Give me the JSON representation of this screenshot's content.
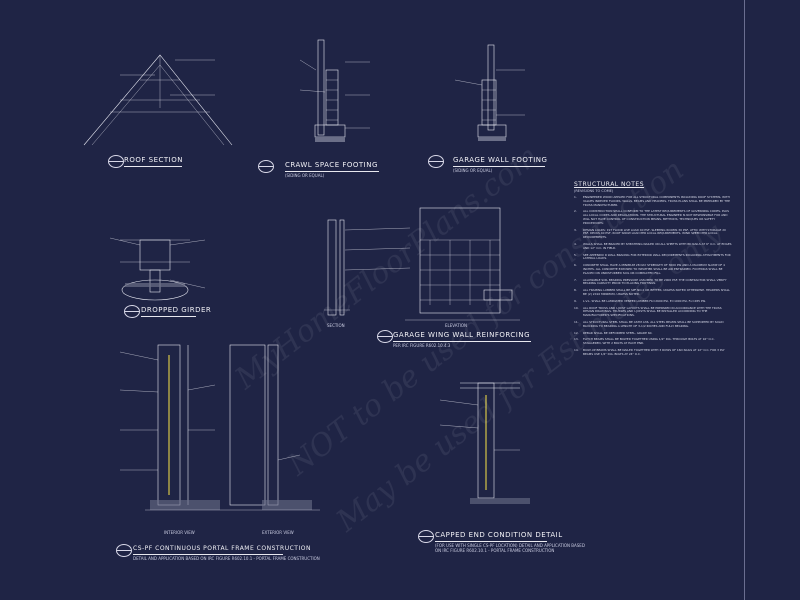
{
  "drawings": [
    {
      "id": "roof-section",
      "title": "ROOF SECTION",
      "scale": ""
    },
    {
      "id": "crawl-space-footing",
      "title": "CRAWL SPACE FOOTING",
      "scale": "(SIDING OR EQUAL)"
    },
    {
      "id": "garage-wall-footing",
      "title": "GARAGE WALL FOOTING",
      "scale": "(SIDING OR EQUAL)"
    },
    {
      "id": "dropped-girder",
      "title": "DROPPED GIRDER",
      "scale": ""
    },
    {
      "id": "garage-wing-wall",
      "title": "GARAGE WING WALL REINFORCING",
      "scale": "PER IRC FIGURE R602.10.4.3"
    },
    {
      "id": "cs-pf",
      "title": "CS-PF CONTINUOUS PORTAL FRAME CONSTRUCTION",
      "scale": "DETAIL AND APPLICATION BASED ON IRC FIGURE R602.10.1 - PORTAL FRAME CONSTRUCTION"
    },
    {
      "id": "capped-end",
      "title": "CAPPED END CONDITION DETAIL",
      "scale": "(FOR USE WITH SINGLE CS-PF LOCATION) DETAIL AND APPLICATION BASED ON IRC FIGURE R602.10.1 - PORTAL FRAME CONSTRUCTION"
    }
  ],
  "sub_labels": {
    "section": "SECTION",
    "elevation": "ELEVATION",
    "interior_view": "INTERIOR VIEW",
    "exterior_view": "EXTERIOR VIEW"
  },
  "notes": {
    "heading": "STRUCTURAL NOTES",
    "subheading": "(REVISIONS TO COME)",
    "items": [
      {
        "n": "1.",
        "t": "ENGINEERED WOOD APPLIED FOR ALL STRUCTURAL COMPONENTS INCLUDING ROOF SYSTEMS, WITH VALUES INDEXED FLOORS, WALLS, BEAMS AND HEADERS, TRUSS PLANS SHALL BE PREPARED BY THE TRUSS MANUFACTURER."
      },
      {
        "n": "2.",
        "t": "ALL CONSTRUCTION SHALL CONFORM TO THE LATEST REQUIREMENTS OF GOVERNING CODES, PLUS ALL LOCAL CODES AND REGULATIONS. THE STRUCTURAL ENGINEER IS NOT RESPONSIBLE FOR AND WILL NOT HAVE CONTROL OF CONSTRUCTION MEANS, METHODS, TECHNIQUES OR SAFETY PROCEDURES."
      },
      {
        "n": "3.",
        "t": "DESIGN LOADS: 1ST FLOOR LIVE LOAD 40 PSF, SLEEPING ROOMS 30 PSF, ATTIC WITH STORAGE 20 PSF, DECKS 40 PSF, ROOF SNOW LOAD PER LOCAL REQUIREMENTS, WIND SPEED PER LOCAL REQUIREMENTS."
      },
      {
        "n": "4.",
        "t": "WALLS SHALL BE BRACED BY SHEATHING NAILED ON ALL SHEETS WITH 8D NAILS AT 6\" O.C. AT EDGES AND 12\" O.C. IN FIELD."
      },
      {
        "n": "5.",
        "t": "SEE APPENDIX R WALL BRACING FOR EXTERIOR WALL REQUIREMENTS INCLUDING ATTACHMENTS FOR LATERAL LOADS."
      },
      {
        "n": "6.",
        "t": "CONCRETE SHALL HAVE A MINIMUM 28 DAY STRENGTH OF 3000 PSI AND A MAXIMUM SLUMP OF 4 INCHES. ALL CONCRETE EXPOSED TO WEATHER SHALL BE AIR ENTRAINED. FOOTINGS SHALL BE PLACED ON UNDISTURBED SOIL OR COMPACTED FILL."
      },
      {
        "n": "7.",
        "t": "ALLOWABLE SOIL BEARING PRESSURE ASSUMED TO BE 2000 PSF. THE CONTRACTOR SHALL VERIFY BEARING CAPACITY PRIOR TO PLACING FOOTINGS."
      },
      {
        "n": "8.",
        "t": "ALL FRAMING LUMBER SHALL BE SPF NO.2 OR BETTER, UNLESS NOTED OTHERWISE. HEADERS SHALL BE (2) 2X10 MINIMUM, UNLESS NOTED."
      },
      {
        "n": "9.",
        "t": "L.V.L. SHALL BE LAMINATED VENEER LUMBER Fb=2600 PSI, E=1900 PSI, Fv=285 PSI."
      },
      {
        "n": "10.",
        "t": "ALL ROOF TRUSS AND I-JOIST LAYOUTS SHALL BE PREPARED IN ACCORDANCE WITH THE TRUSS DESIGN DRAWINGS. TRUSSES AND I-JOISTS SHALL BE INSTALLED ACCORDING TO THE MANUFACTURER'S SPECIFICATIONS."
      },
      {
        "n": "11.",
        "t": "ALL STRUCTURAL STEEL SHALL BE ASTM A36. ALL STEEL BEAMS SHALL BE SUPPORTED BY SOLID BLOCKING TO BEARING A LENGTH OF 3-1/2 INCHES AND FULLY BEARING."
      },
      {
        "n": "12.",
        "t": "REBAR SHALL BE DEFORMED STEEL, GRADE 60."
      },
      {
        "n": "13.",
        "t": "FLITCH BEAMS SHALL BE BOLTED TOGETHER USING 1/2\" DIA. THROUGH BOLTS AT 16\" O.C. STAGGERED, WITH 2 BOLTS AT EACH END."
      },
      {
        "n": "14.",
        "t": "BUILT-UP BEAMS SHALL BE NAILED TOGETHER WITH 3 ROWS OF 16D NAILS AT 12\" O.C. FOR 3 PLY BEAMS USE 1/2\" DIA. BOLTS AT 24\" O.C."
      }
    ]
  },
  "watermark": [
    "MyHomeFloorPlans.com",
    "NOT to be used for construction",
    "May be used for Estimates only"
  ]
}
